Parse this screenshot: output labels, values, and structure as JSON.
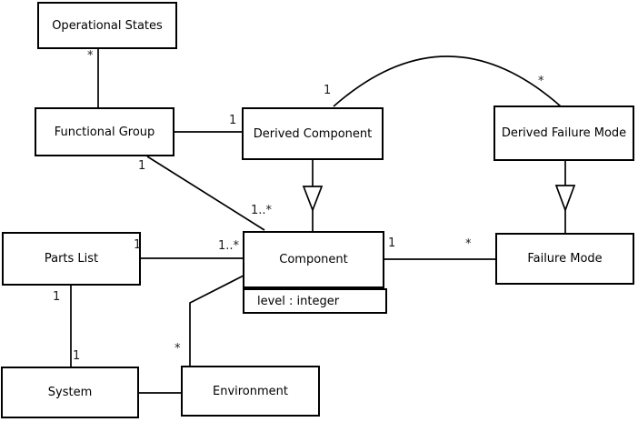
{
  "diagram_type": "uml-class-diagram",
  "colors": {
    "background": "#ffffff",
    "line": "#000000",
    "box_fill": "#ffffff"
  },
  "classes": [
    {
      "name": "Operational States"
    },
    {
      "name": "Functional Group"
    },
    {
      "name": "Derived Component"
    },
    {
      "name": "Derived Failure Mode"
    },
    {
      "name": "Parts List"
    },
    {
      "name": "Component",
      "attributes": [
        "level : integer"
      ]
    },
    {
      "name": "Failure Mode"
    },
    {
      "name": "System"
    },
    {
      "name": "Environment"
    }
  ],
  "multiplicities": {
    "op_fg_star": "*",
    "fg_dc_one": "1",
    "fg_comp_one": "1",
    "fg_comp_many": "1..*",
    "arc_one": "1",
    "arc_star": "*",
    "pl_comp_one": "1",
    "pl_comp_many": "1..*",
    "comp_fm_one": "1",
    "comp_fm_star": "*",
    "pl_sys_one_top": "1",
    "pl_sys_one_bottom": "1",
    "env_comp_star": "*"
  },
  "relationships": [
    {
      "type": "association",
      "from": "Operational States",
      "to": "Functional Group",
      "from_label": "*",
      "to_label": ""
    },
    {
      "type": "association",
      "from": "Functional Group",
      "to": "Derived Component",
      "to_label": "1"
    },
    {
      "type": "association",
      "from": "Functional Group",
      "to": "Component",
      "from_label": "1",
      "to_label": "1..*"
    },
    {
      "type": "association",
      "from": "Derived Component",
      "to": "Derived Failure Mode",
      "from_label": "1",
      "to_label": "*",
      "shape": "arc"
    },
    {
      "type": "generalization",
      "from": "Derived Component",
      "to": "Component"
    },
    {
      "type": "generalization",
      "from": "Derived Failure Mode",
      "to": "Failure Mode"
    },
    {
      "type": "association",
      "from": "Parts List",
      "to": "Component",
      "from_label": "1",
      "to_label": "1..*"
    },
    {
      "type": "association",
      "from": "Component",
      "to": "Failure Mode",
      "from_label": "1",
      "to_label": "*"
    },
    {
      "type": "association",
      "from": "Parts List",
      "to": "System",
      "from_label": "1",
      "to_label": "1"
    },
    {
      "type": "association",
      "from": "System",
      "to": "Environment"
    },
    {
      "type": "association",
      "from": "Environment",
      "to": "Component",
      "from_label": "*",
      "shape": "elbow"
    }
  ]
}
